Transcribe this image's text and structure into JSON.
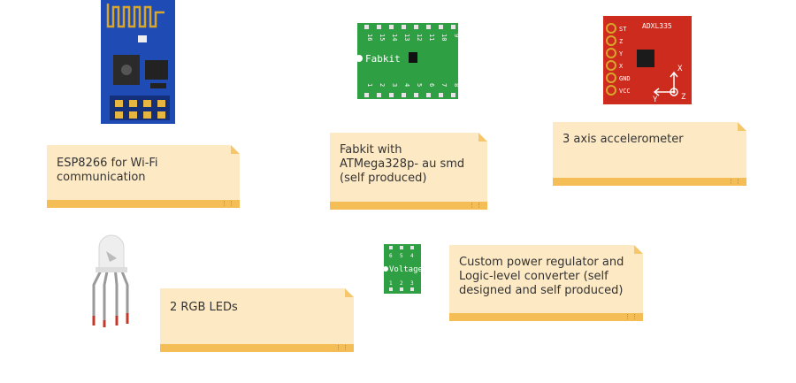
{
  "components": {
    "esp8266": {
      "label": "ESP8266 for Wi-Fi\ncommunication"
    },
    "fabkit": {
      "label": "Fabkit with\nATMega328p- au smd\n(self produced)",
      "board_text": "Fabkit",
      "pins_top": [
        "16",
        "15",
        "14",
        "13",
        "12",
        "11",
        "10",
        "9"
      ],
      "pins_bottom": [
        "1",
        "2",
        "3",
        "4",
        "5",
        "6",
        "7",
        "8"
      ]
    },
    "accelerometer": {
      "label": "3 axis accelerometer",
      "board_title": "ADXL335",
      "pins": [
        "ST",
        "Z",
        "Y",
        "X",
        "GND",
        "VCC"
      ],
      "axes": [
        "X",
        "Y",
        "Z"
      ]
    },
    "rgb_led": {
      "label": "2 RGB LEDs"
    },
    "regulator": {
      "label": "Custom power regulator and\nLogic-level converter (self\ndesigned and self produced)",
      "board_text": "Voltage",
      "pins_top": [
        "6",
        "5",
        "4"
      ],
      "pins_bottom": [
        "1",
        "2",
        "3"
      ]
    }
  },
  "colors": {
    "note_fill": "#fde9c4",
    "note_bar": "#f5bd55",
    "esp_board": "#1f4bb4",
    "fabkit_board": "#2ea043",
    "adxl_board": "#cc2b1d"
  }
}
